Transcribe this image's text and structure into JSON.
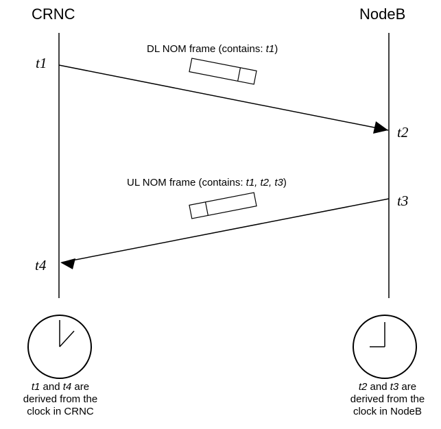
{
  "nodes": {
    "left": "CRNC",
    "right": "NodeB"
  },
  "times": {
    "t1": "t1",
    "t2": "t2",
    "t3": "t3",
    "t4": "t4"
  },
  "messages": {
    "dl": {
      "prefix": "DL NOM frame (contains: ",
      "vars": "t1",
      "suffix": ")"
    },
    "ul": {
      "prefix": "UL NOM frame (contains: ",
      "vars": "t1, t2, t3",
      "suffix": ")"
    }
  },
  "captions": {
    "left": {
      "a": "t1",
      "and": " and ",
      "b": "t4",
      "tail": " are",
      "line2": "derived from the",
      "line3": "clock in CRNC"
    },
    "right": {
      "a": "t2",
      "and": " and ",
      "b": "t3",
      "tail": " are",
      "line2": "derived from the",
      "line3": "clock in NodeB"
    }
  },
  "icons": {
    "clock_left": "clock-icon",
    "clock_right": "clock-icon"
  },
  "colors": {
    "ink": "#000000",
    "background": "#ffffff"
  }
}
